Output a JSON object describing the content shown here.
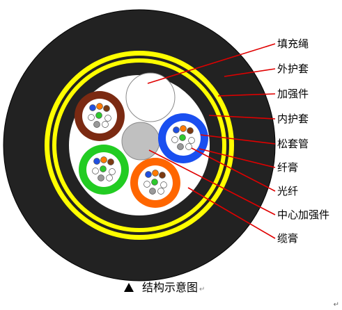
{
  "diagram": {
    "labels": {
      "filler_rope": "填充绳",
      "outer_sheath": "外护套",
      "strength_member": "加强件",
      "inner_sheath": "内护套",
      "loose_tube": "松套管",
      "fiber_gel": "纤膏",
      "optical_fiber": "光纤",
      "central_strength_member": "中心加强件",
      "cable_filler": "缆膏"
    },
    "caption": "结构示意图",
    "caption_mark": "↵",
    "corner_mark": "↵",
    "colors": {
      "outer_sheath": "#222222",
      "yellow_layer": "#ffff00",
      "filler": "#ffffff",
      "central_member": "#c0c0c0",
      "tube_brown": "#7b2a12",
      "tube_green": "#22cc22",
      "tube_blue": "#1a4ff0",
      "tube_orange": "#ff6600",
      "leader_line": "#e00000",
      "fiber_blue": "#1f4fe0",
      "fiber_orange": "#ff7a00",
      "fiber_green": "#2ec82e",
      "fiber_brown": "#7b3a12",
      "fiber_grey": "#999999",
      "fiber_white": "#ffffff"
    }
  }
}
